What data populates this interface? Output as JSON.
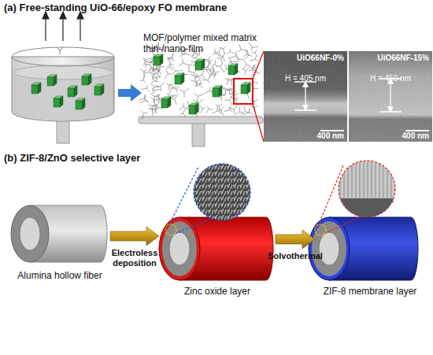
{
  "diagram": {
    "nodes": [
      {
        "text": [
          "MOF/polymer mixed matrix thin-/nano-film"
        ]
      },
      {
        "text": [
          "UiO66NF-0%",
          "H = 405 nm",
          "400 nm"
        ]
      },
      {
        "text": [
          "UiO66NF-15%",
          "H = 450 nm",
          "400 nm"
        ]
      },
      {
        "text": [
          "Alumina hollow fiber"
        ]
      },
      {
        "text": [
          "Zinc oxide layer"
        ]
      },
      {
        "text": [
          "ZIF-8 membrane layer"
        ]
      }
    ],
    "edges": [
      {
        "from": 0,
        "to": 1,
        "arrow": "none"
      },
      {
        "from": 3,
        "to": 4,
        "label": "Electroless deposition",
        "arrow": "to"
      },
      {
        "from": 4,
        "to": 5,
        "label": "Solvothermal",
        "arrow": "to"
      }
    ],
    "labels": [
      "(a) Free-standing UiO-66/epoxy FO membrane",
      "(b) ZIF-8/ZnO selective layer"
    ]
  }
}
